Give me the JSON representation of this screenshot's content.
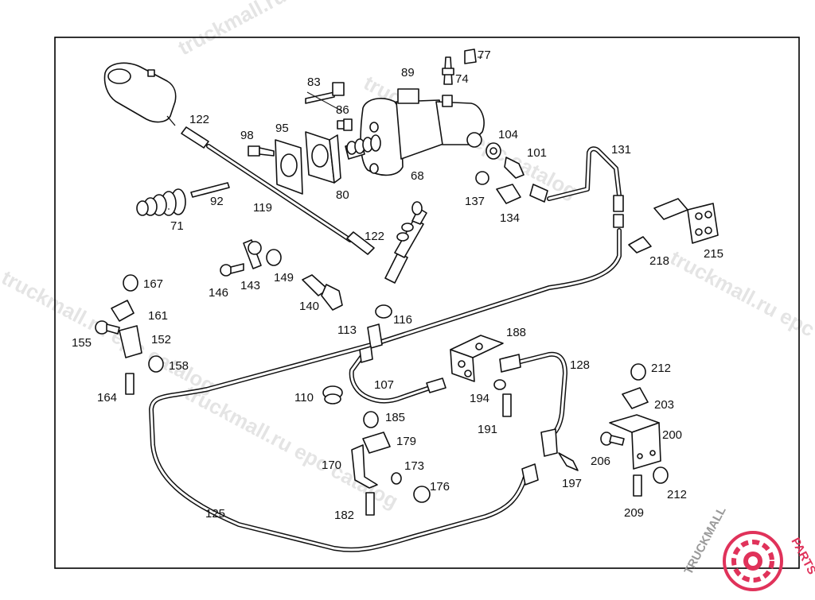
{
  "watermark": {
    "lines": [
      "truckmall.ru epc catalog",
      "truckmall.ru epc catalog",
      "truckmall.ru epc catalog",
      "truckmall.ru epc catalog",
      "truckmall.ru epc catalog"
    ]
  },
  "logo": {
    "text_a": "TRUCKMALL",
    "text_b": "PARTS",
    "color_a": "#9a9a9a",
    "color_b": "#e0325a"
  },
  "callouts": [
    "77",
    "74",
    "89",
    "83",
    "86",
    "122",
    "98",
    "95",
    "68",
    "104",
    "101",
    "131",
    "80",
    "137",
    "134",
    "92",
    "119",
    "71",
    "122",
    "215",
    "218",
    "167",
    "143",
    "149",
    "146",
    "140",
    "161",
    "113",
    "116",
    "188",
    "155",
    "152",
    "158",
    "128",
    "107",
    "110",
    "194",
    "164",
    "185",
    "191",
    "212",
    "179",
    "203",
    "170",
    "173",
    "200",
    "176",
    "206",
    "197",
    "182",
    "125",
    "212",
    "209"
  ]
}
